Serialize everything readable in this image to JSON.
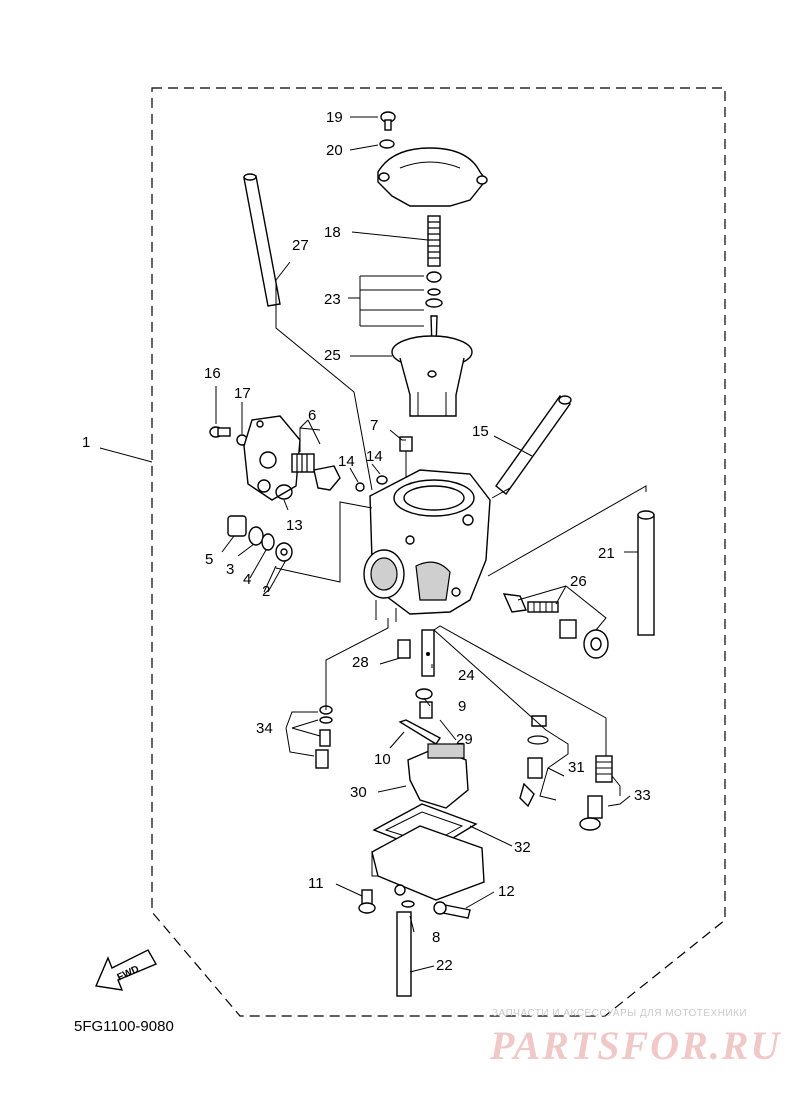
{
  "diagram": {
    "part_code": "5FG1100-9080",
    "fwd_label": "FWD",
    "watermark": {
      "small": "ЗАПЧАСТИ И АКСЕССУАРЫ ДЛЯ МОТОТЕХНИКИ",
      "big": "PARTSFOR.RU"
    },
    "callouts": [
      "1",
      "2",
      "3",
      "4",
      "5",
      "6",
      "7",
      "8",
      "9",
      "10",
      "11",
      "12",
      "13",
      "14",
      "14",
      "15",
      "16",
      "17",
      "18",
      "19",
      "20",
      "21",
      "22",
      "23",
      "24",
      "25",
      "26",
      "27",
      "28",
      "29",
      "30",
      "31",
      "32",
      "33",
      "34"
    ]
  }
}
